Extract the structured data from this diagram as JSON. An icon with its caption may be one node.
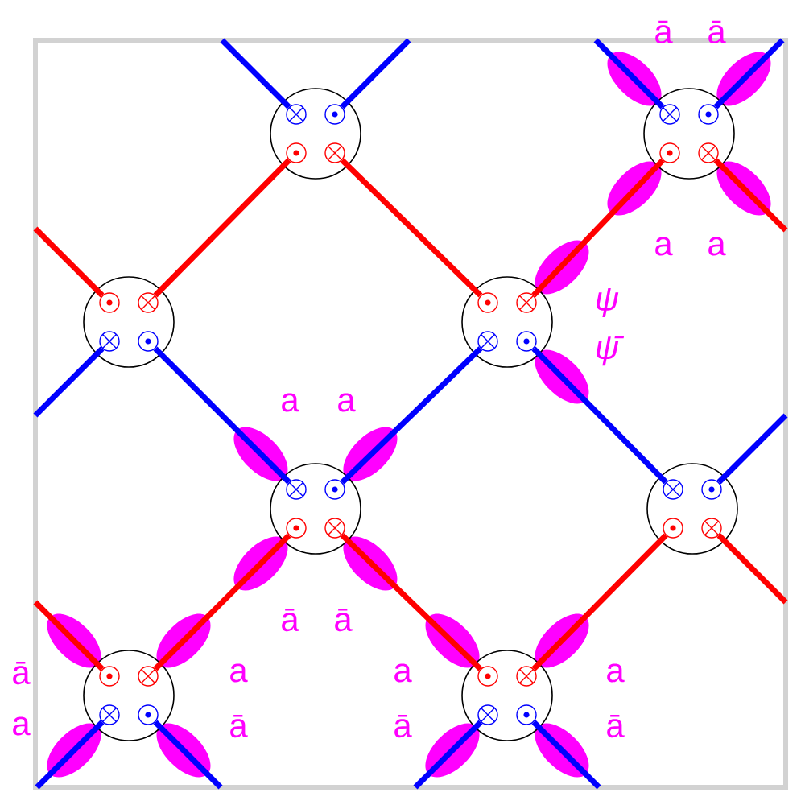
{
  "diagram": {
    "nodes": [
      {
        "text": [],
        "shape": "circle"
      },
      {
        "text": [],
        "shape": "circle",
        "in": 0
      },
      {
        "text": [],
        "shape": "circle",
        "in": 0
      },
      {
        "text": [],
        "shape": "circle",
        "in": 0
      },
      {
        "text": [],
        "shape": "circle",
        "in": 0
      },
      {
        "text": [],
        "shape": "circle"
      },
      {
        "text": [],
        "shape": "circle",
        "in": 5
      },
      {
        "text": [],
        "shape": "circle",
        "in": 5
      },
      {
        "text": [],
        "shape": "circle",
        "in": 5
      },
      {
        "text": [],
        "shape": "circle",
        "in": 5
      },
      {
        "text": [],
        "shape": "circle"
      },
      {
        "text": [],
        "shape": "circle",
        "in": 10
      },
      {
        "text": [],
        "shape": "circle",
        "in": 10
      },
      {
        "text": [],
        "shape": "circle",
        "in": 10
      },
      {
        "text": [],
        "shape": "circle",
        "in": 10
      },
      {
        "text": [],
        "shape": "circle"
      },
      {
        "text": [],
        "shape": "circle",
        "in": 15
      },
      {
        "text": [],
        "shape": "circle",
        "in": 15
      },
      {
        "text": [],
        "shape": "circle",
        "in": 15
      },
      {
        "text": [],
        "shape": "circle",
        "in": 15
      },
      {
        "text": [],
        "shape": "circle"
      },
      {
        "text": [],
        "shape": "circle",
        "in": 20
      },
      {
        "text": [],
        "shape": "circle",
        "in": 20
      },
      {
        "text": [],
        "shape": "circle",
        "in": 20
      },
      {
        "text": [],
        "shape": "circle",
        "in": 20
      },
      {
        "text": [],
        "shape": "circle"
      },
      {
        "text": [],
        "shape": "circle",
        "in": 25
      },
      {
        "text": [],
        "shape": "circle",
        "in": 25
      },
      {
        "text": [],
        "shape": "circle",
        "in": 25
      },
      {
        "text": [],
        "shape": "circle",
        "in": 25
      },
      {
        "text": [],
        "shape": "circle"
      },
      {
        "text": [],
        "shape": "circle",
        "in": 30
      },
      {
        "text": [],
        "shape": "circle",
        "in": 30
      },
      {
        "text": [],
        "shape": "circle",
        "in": 30
      },
      {
        "text": [],
        "shape": "circle",
        "in": 30
      },
      {
        "text": [],
        "shape": "circle"
      },
      {
        "text": [],
        "shape": "circle",
        "in": 35
      },
      {
        "text": [],
        "shape": "circle",
        "in": 35
      },
      {
        "text": [],
        "shape": "circle",
        "in": 35
      },
      {
        "text": [],
        "shape": "circle",
        "in": 35
      }
    ],
    "edges": [
      {
        "from": 3,
        "to": 12,
        "arrow": "none",
        "color": "#ff0000"
      },
      {
        "from": 4,
        "to": 16,
        "arrow": "none",
        "color": "#ff0000"
      },
      {
        "from": 17,
        "to": 8,
        "arrow": "none",
        "color": "#ff0000"
      },
      {
        "from": 14,
        "to": 21,
        "arrow": "none",
        "color": "#0000ff"
      },
      {
        "from": 22,
        "to": 18,
        "arrow": "none",
        "color": "#0000ff"
      },
      {
        "from": 19,
        "to": 26,
        "arrow": "none",
        "color": "#0000ff"
      },
      {
        "from": 23,
        "to": 32,
        "arrow": "none",
        "color": "#ff0000"
      },
      {
        "from": 24,
        "to": 36,
        "arrow": "none",
        "color": "#ff0000"
      },
      {
        "from": 37,
        "to": 28,
        "arrow": "none",
        "color": "#ff0000"
      },
      {
        "from": 1,
        "to": null,
        "arrow": "none",
        "color": "#0000ff"
      },
      {
        "from": 2,
        "to": null,
        "arrow": "none",
        "color": "#0000ff"
      },
      {
        "from": 6,
        "to": null,
        "arrow": "none",
        "color": "#0000ff"
      },
      {
        "from": 7,
        "to": null,
        "arrow": "none",
        "color": "#0000ff"
      },
      {
        "from": 9,
        "to": null,
        "arrow": "none",
        "color": "#ff0000"
      },
      {
        "from": 11,
        "to": null,
        "arrow": "none",
        "color": "#ff0000"
      },
      {
        "from": 13,
        "to": null,
        "arrow": "none",
        "color": "#0000ff"
      },
      {
        "from": 27,
        "to": null,
        "arrow": "none",
        "color": "#0000ff"
      },
      {
        "from": 29,
        "to": null,
        "arrow": "none",
        "color": "#ff0000"
      },
      {
        "from": 31,
        "to": null,
        "arrow": "none",
        "color": "#ff0000"
      },
      {
        "from": 33,
        "to": null,
        "arrow": "none",
        "color": "#0000ff"
      },
      {
        "from": 34,
        "to": null,
        "arrow": "none",
        "color": "#0000ff"
      },
      {
        "from": 38,
        "to": null,
        "arrow": "none",
        "color": "#0000ff"
      },
      {
        "from": 39,
        "to": null,
        "arrow": "none",
        "color": "#0000ff"
      }
    ],
    "labels": [
      "ā",
      "ā",
      "a",
      "a",
      "ψ",
      "ψ̄",
      "a",
      "a",
      "ā",
      "ā",
      "ā",
      "a",
      "a",
      "a",
      "a",
      "ā",
      "ā",
      "ā"
    ]
  }
}
